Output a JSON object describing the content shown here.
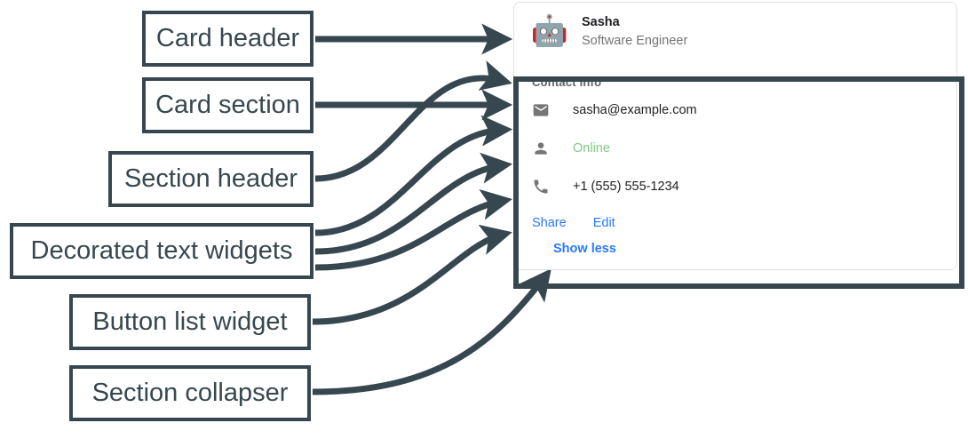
{
  "annotations": [
    {
      "id": "card-header",
      "label": "Card header"
    },
    {
      "id": "card-section",
      "label": "Card section"
    },
    {
      "id": "section-header",
      "label": "Section header"
    },
    {
      "id": "decorated-text-widgets",
      "label": "Decorated text widgets"
    },
    {
      "id": "button-list-widget",
      "label": "Button list widget"
    },
    {
      "id": "section-collapser",
      "label": "Section collapser"
    }
  ],
  "card": {
    "header": {
      "avatar_icon": "robot-icon",
      "avatar_glyph": "🤖",
      "title": "Sasha",
      "subtitle": "Software Engineer"
    },
    "section": {
      "header": "Contact Info",
      "rows": [
        {
          "icon": "email-icon",
          "text": "sasha@example.com",
          "color": "#202124"
        },
        {
          "icon": "person-icon",
          "text": "Online",
          "color": "#81c784"
        },
        {
          "icon": "phone-icon",
          "text": "+1 (555) 555-1234",
          "color": "#202124"
        }
      ],
      "buttons": [
        {
          "label": "Share"
        },
        {
          "label": "Edit"
        }
      ],
      "collapser": {
        "label": "Show less"
      }
    }
  },
  "colors": {
    "annotation": "#37474f",
    "link": "#2979ff",
    "online": "#81c784",
    "muted": "#757575",
    "text": "#202124",
    "card_border": "#e0e0e0"
  }
}
